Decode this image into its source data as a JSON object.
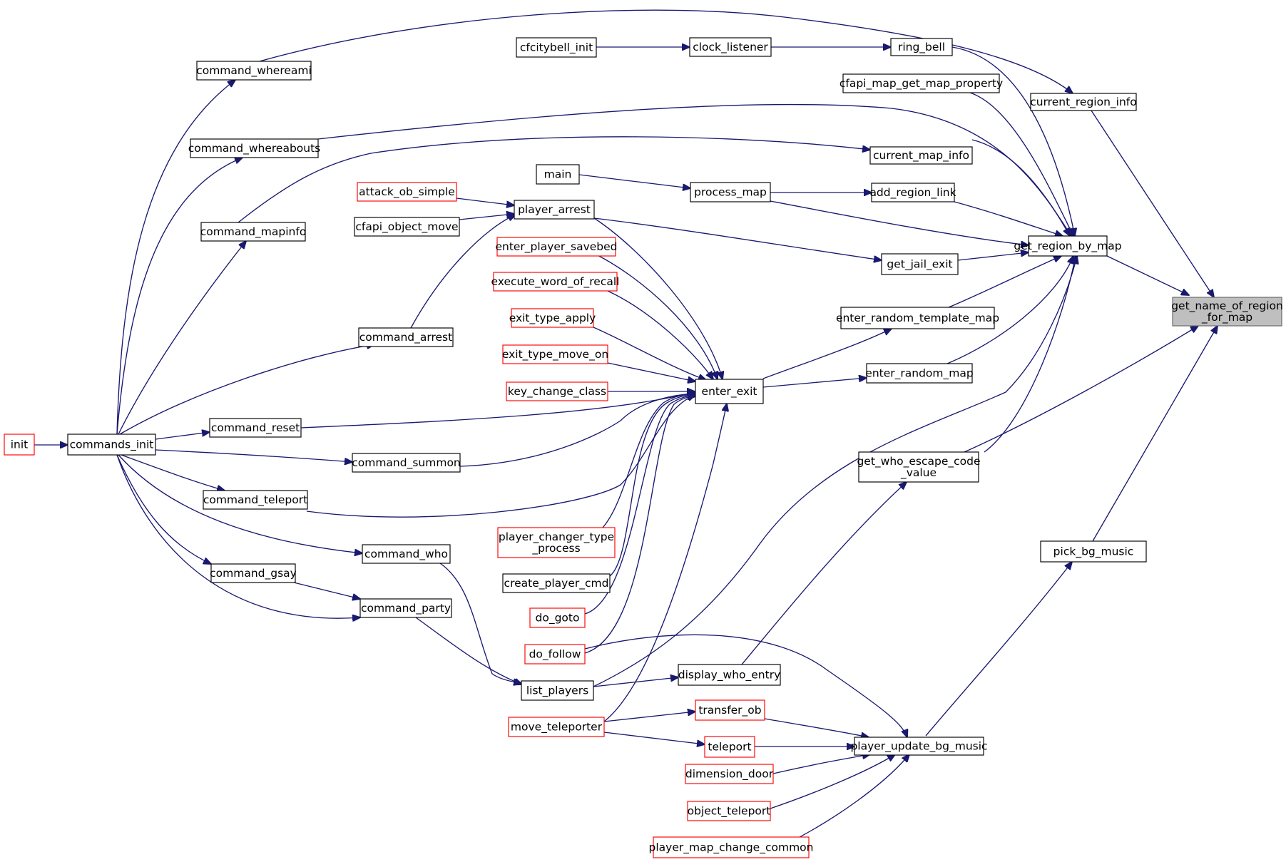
{
  "diagram": {
    "nodes": [
      {
        "id": "root",
        "label": [
          "get_name_of_region",
          "_for_map"
        ],
        "style": "root"
      },
      {
        "id": "grbm",
        "label": [
          "get_region_by_map"
        ]
      },
      {
        "id": "cri",
        "label": [
          "current_region_info"
        ]
      },
      {
        "id": "gwecv",
        "label": [
          "get_who_escape_code",
          "_value"
        ]
      },
      {
        "id": "pbm",
        "label": [
          "pick_bg_music"
        ]
      },
      {
        "id": "rb",
        "label": [
          "ring_bell"
        ]
      },
      {
        "id": "cfmap",
        "label": [
          "cfapi_map_get_map_property"
        ]
      },
      {
        "id": "cmi",
        "label": [
          "current_map_info"
        ]
      },
      {
        "id": "arl",
        "label": [
          "add_region_link"
        ]
      },
      {
        "id": "gje",
        "label": [
          "get_jail_exit"
        ]
      },
      {
        "id": "ertm",
        "label": [
          "enter_random_template_map"
        ]
      },
      {
        "id": "erm",
        "label": [
          "enter_random_map"
        ]
      },
      {
        "id": "cl",
        "label": [
          "clock_listener"
        ]
      },
      {
        "id": "cbi",
        "label": [
          "cfcitybell_init"
        ]
      },
      {
        "id": "main",
        "label": [
          "main"
        ]
      },
      {
        "id": "pm",
        "label": [
          "process_map"
        ]
      },
      {
        "id": "pa",
        "label": [
          "player_arrest"
        ]
      },
      {
        "id": "aos",
        "label": [
          "attack_ob_simple"
        ],
        "style": "trunc"
      },
      {
        "id": "cfom",
        "label": [
          "cfapi_object_move"
        ]
      },
      {
        "id": "ee",
        "label": [
          "enter_exit"
        ]
      },
      {
        "id": "eps",
        "label": [
          "enter_player_savebed"
        ],
        "style": "trunc"
      },
      {
        "id": "ewr",
        "label": [
          "execute_word_of_recall"
        ],
        "style": "trunc"
      },
      {
        "id": "eta",
        "label": [
          "exit_type_apply"
        ],
        "style": "trunc"
      },
      {
        "id": "etmo",
        "label": [
          "exit_type_move_on"
        ],
        "style": "trunc"
      },
      {
        "id": "kcc",
        "label": [
          "key_change_class"
        ],
        "style": "trunc"
      },
      {
        "id": "pctp",
        "label": [
          "player_changer_type",
          "_process"
        ],
        "style": "trunc"
      },
      {
        "id": "cpc",
        "label": [
          "create_player_cmd"
        ]
      },
      {
        "id": "dg",
        "label": [
          "do_goto"
        ],
        "style": "trunc"
      },
      {
        "id": "df",
        "label": [
          "do_follow"
        ],
        "style": "trunc"
      },
      {
        "id": "mt",
        "label": [
          "move_teleporter"
        ],
        "style": "trunc"
      },
      {
        "id": "lp",
        "label": [
          "list_players"
        ]
      },
      {
        "id": "dwe",
        "label": [
          "display_who_entry"
        ]
      },
      {
        "id": "pubm",
        "label": [
          "player_update_bg_music"
        ]
      },
      {
        "id": "tob",
        "label": [
          "transfer_ob"
        ],
        "style": "trunc"
      },
      {
        "id": "tp",
        "label": [
          "teleport"
        ],
        "style": "trunc"
      },
      {
        "id": "dd",
        "label": [
          "dimension_door"
        ],
        "style": "trunc"
      },
      {
        "id": "ot",
        "label": [
          "object_teleport"
        ],
        "style": "trunc"
      },
      {
        "id": "pmcc",
        "label": [
          "player_map_change_common"
        ],
        "style": "trunc"
      },
      {
        "id": "cwa",
        "label": [
          "command_whereami"
        ]
      },
      {
        "id": "cwb",
        "label": [
          "command_whereabouts"
        ]
      },
      {
        "id": "cmapi",
        "label": [
          "command_mapinfo"
        ]
      },
      {
        "id": "carr",
        "label": [
          "command_arrest"
        ]
      },
      {
        "id": "cres",
        "label": [
          "command_reset"
        ]
      },
      {
        "id": "csum",
        "label": [
          "command_summon"
        ]
      },
      {
        "id": "ctel",
        "label": [
          "command_teleport"
        ]
      },
      {
        "id": "cwho",
        "label": [
          "command_who"
        ]
      },
      {
        "id": "cgs",
        "label": [
          "command_gsay"
        ]
      },
      {
        "id": "cpar",
        "label": [
          "command_party"
        ]
      },
      {
        "id": "ci",
        "label": [
          "commands_init"
        ]
      },
      {
        "id": "init",
        "label": [
          "init"
        ],
        "style": "trunc"
      }
    ]
  }
}
